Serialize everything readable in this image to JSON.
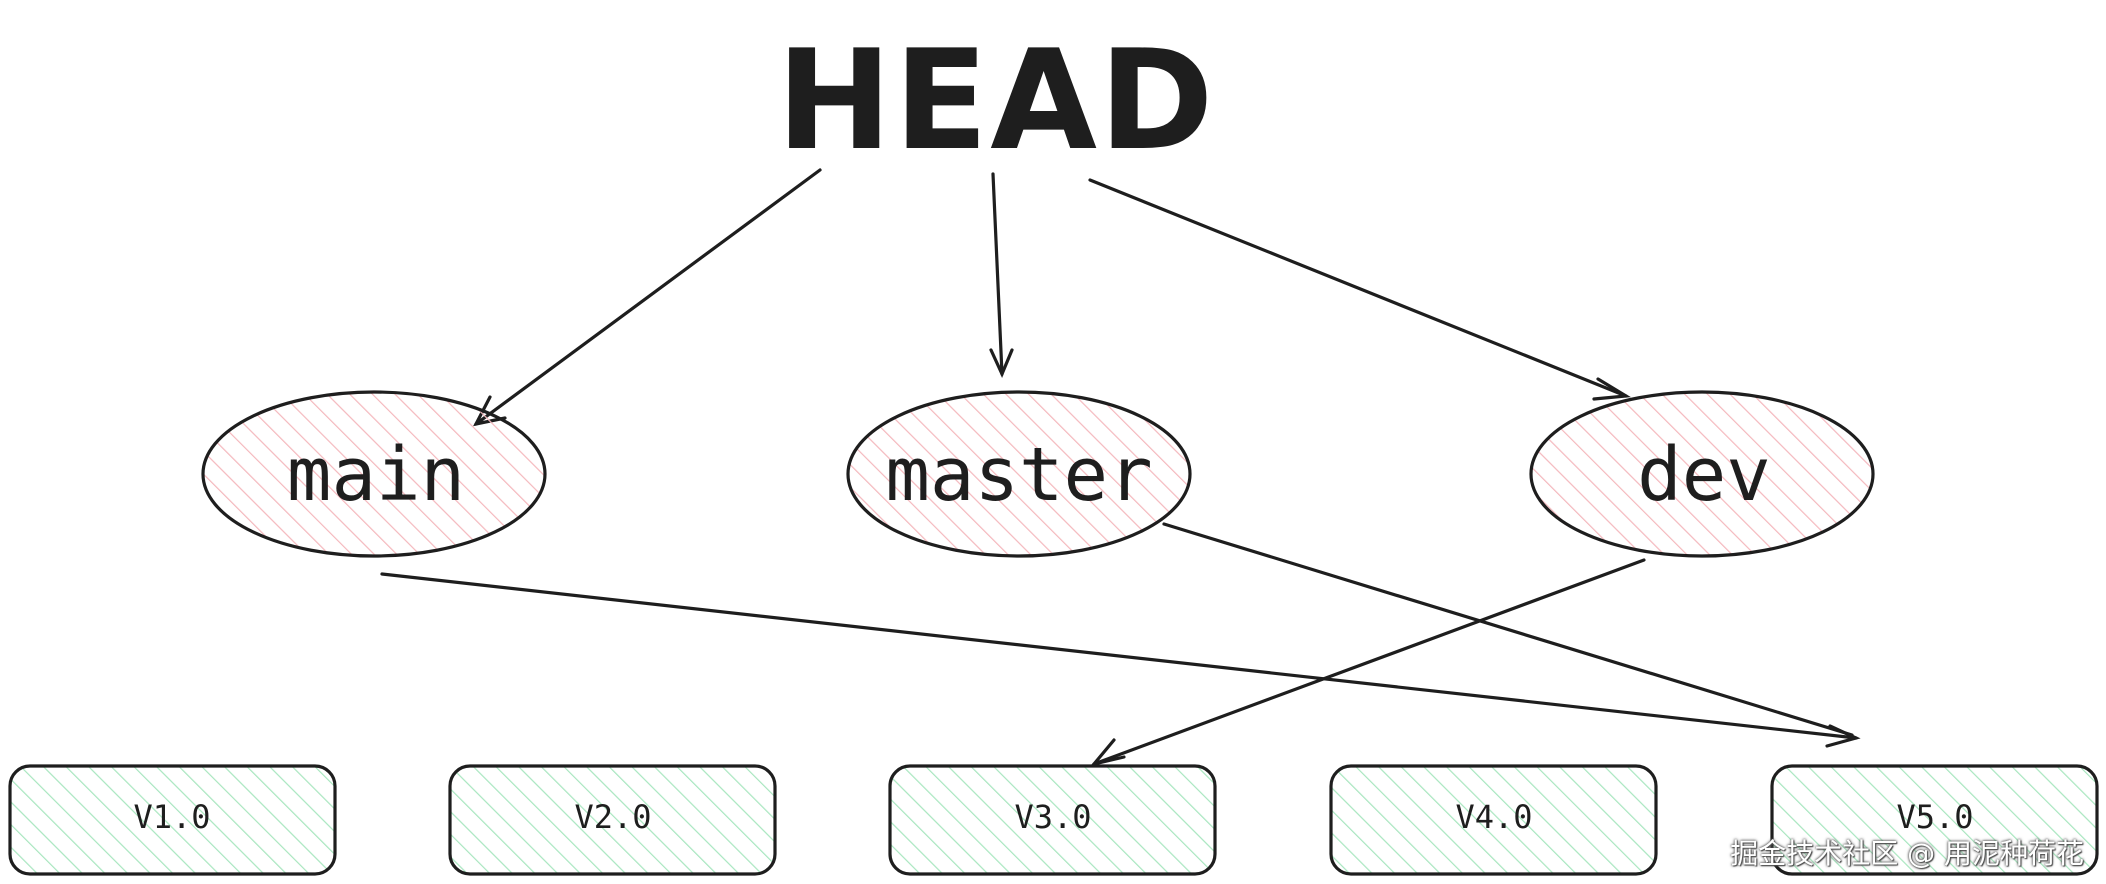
{
  "colors": {
    "stroke": "#1e1e1e",
    "branch_hatch": "#f4b8bd",
    "tag_hatch": "#a8e6bf",
    "background": "#ffffff"
  },
  "head": {
    "label": "HEAD"
  },
  "branches": [
    {
      "id": "main",
      "label": "main"
    },
    {
      "id": "master",
      "label": "master"
    },
    {
      "id": "dev",
      "label": "dev"
    }
  ],
  "tags": [
    {
      "id": "v1",
      "label": "V1.0"
    },
    {
      "id": "v2",
      "label": "V2.0"
    },
    {
      "id": "v3",
      "label": "V3.0"
    },
    {
      "id": "v4",
      "label": "V4.0"
    },
    {
      "id": "v5",
      "label": "V5.0"
    }
  ],
  "edges": [
    {
      "from": "HEAD",
      "to": "main"
    },
    {
      "from": "HEAD",
      "to": "master"
    },
    {
      "from": "HEAD",
      "to": "dev"
    },
    {
      "from": "main",
      "to": "V5.0"
    },
    {
      "from": "master",
      "to": "V5.0"
    },
    {
      "from": "dev",
      "to": "V3.0"
    }
  ],
  "watermark": {
    "text": "掘金技术社区 @ 用泥种荷花"
  }
}
